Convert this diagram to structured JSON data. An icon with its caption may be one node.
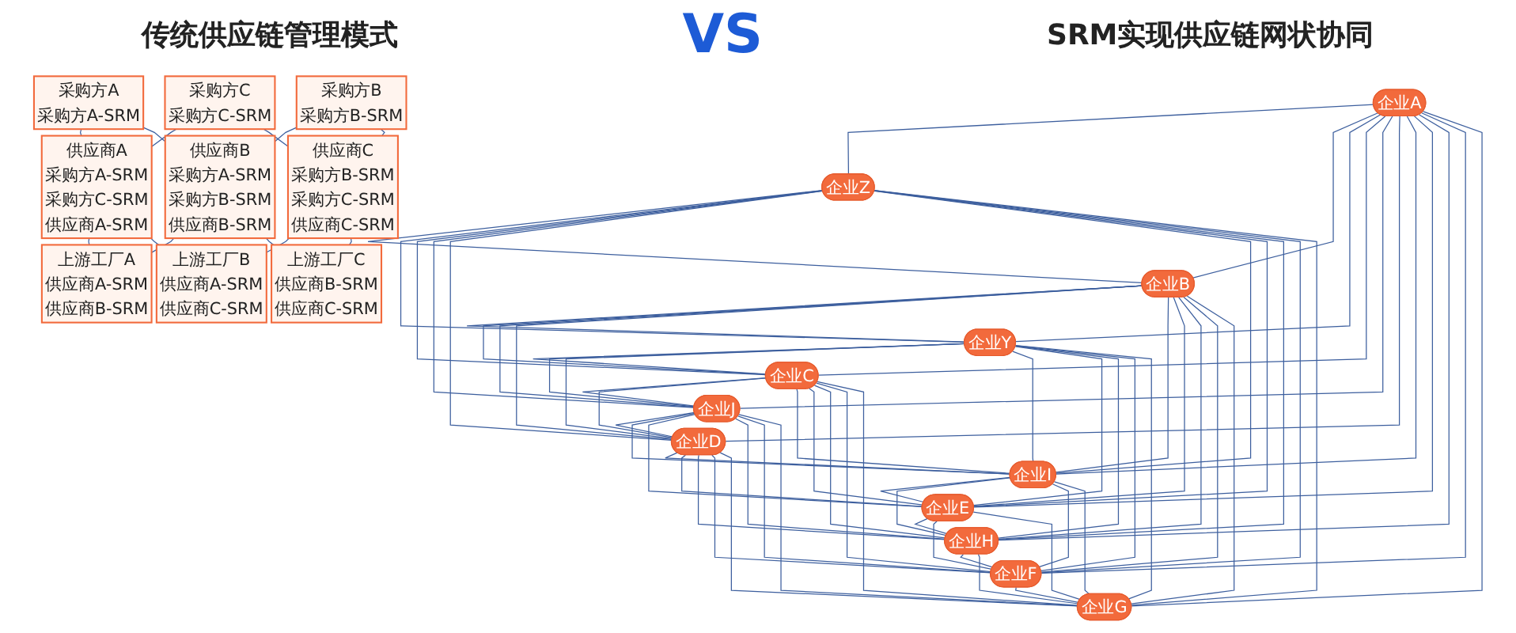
{
  "diagram": {
    "nodes": [
      {
        "text": [
          "采购方A",
          "采购方A-SRM"
        ]
      },
      {
        "text": [
          "采购方B",
          "采购方B-SRM"
        ]
      },
      {
        "text": [
          "采购方C",
          "采购方C-SRM"
        ]
      },
      {
        "text": [
          "供应商A",
          "采购方A-SRM",
          "采购方C-SRM",
          "供应商A-SRM"
        ]
      },
      {
        "text": [
          "供应商B",
          "采购方A-SRM",
          "采购方B-SRM",
          "供应商B-SRM"
        ]
      },
      {
        "text": [
          "供应商C",
          "采购方B-SRM",
          "采购方C-SRM",
          "供应商C-SRM"
        ]
      },
      {
        "text": [
          "上游工厂A",
          "供应商A-SRM",
          "供应商B-SRM"
        ]
      },
      {
        "text": [
          "上游工厂B",
          "供应商A-SRM",
          "供应商C-SRM"
        ]
      },
      {
        "text": [
          "上游工厂C",
          "供应商B-SRM",
          "供应商C-SRM"
        ]
      },
      {
        "text": [
          "企业A"
        ]
      },
      {
        "text": [
          "企业Z"
        ]
      },
      {
        "text": [
          "企业B"
        ]
      },
      {
        "text": [
          "企业Y"
        ]
      },
      {
        "text": [
          "企业C"
        ]
      },
      {
        "text": [
          "企业J"
        ]
      },
      {
        "text": [
          "企业D"
        ]
      },
      {
        "text": [
          "企业I"
        ]
      },
      {
        "text": [
          "企业E"
        ]
      },
      {
        "text": [
          "企业H"
        ]
      },
      {
        "text": [
          "企业F"
        ]
      },
      {
        "text": [
          "企业G"
        ]
      }
    ],
    "edges": [
      {
        "from": 0,
        "to": 3,
        "arrow": "none"
      },
      {
        "from": 0,
        "to": 4,
        "arrow": "none"
      },
      {
        "from": 1,
        "to": 4,
        "arrow": "none"
      },
      {
        "from": 1,
        "to": 5,
        "arrow": "none"
      },
      {
        "from": 2,
        "to": 3,
        "arrow": "none"
      },
      {
        "from": 2,
        "to": 5,
        "arrow": "none"
      },
      {
        "from": 3,
        "to": 6,
        "arrow": "none"
      },
      {
        "from": 3,
        "to": 7,
        "arrow": "none"
      },
      {
        "from": 4,
        "to": 6,
        "arrow": "none"
      },
      {
        "from": 4,
        "to": 8,
        "arrow": "none"
      },
      {
        "from": 5,
        "to": 7,
        "arrow": "none"
      },
      {
        "from": 5,
        "to": 8,
        "arrow": "none"
      },
      {
        "from": 9,
        "to": 10,
        "arrow": "none"
      },
      {
        "from": 9,
        "to": 11,
        "arrow": "none"
      },
      {
        "from": 9,
        "to": 12,
        "arrow": "none"
      },
      {
        "from": 9,
        "to": 13,
        "arrow": "none"
      },
      {
        "from": 9,
        "to": 14,
        "arrow": "none"
      },
      {
        "from": 9,
        "to": 15,
        "arrow": "none"
      },
      {
        "from": 9,
        "to": 16,
        "arrow": "none"
      },
      {
        "from": 9,
        "to": 17,
        "arrow": "none"
      },
      {
        "from": 9,
        "to": 18,
        "arrow": "none"
      },
      {
        "from": 9,
        "to": 19,
        "arrow": "none"
      },
      {
        "from": 9,
        "to": 20,
        "arrow": "none"
      },
      {
        "from": 10,
        "to": 11,
        "arrow": "none"
      },
      {
        "from": 10,
        "to": 12,
        "arrow": "none"
      },
      {
        "from": 10,
        "to": 13,
        "arrow": "none"
      },
      {
        "from": 10,
        "to": 14,
        "arrow": "none"
      },
      {
        "from": 10,
        "to": 15,
        "arrow": "none"
      },
      {
        "from": 10,
        "to": 16,
        "arrow": "none"
      },
      {
        "from": 10,
        "to": 17,
        "arrow": "none"
      },
      {
        "from": 10,
        "to": 18,
        "arrow": "none"
      },
      {
        "from": 10,
        "to": 19,
        "arrow": "none"
      },
      {
        "from": 10,
        "to": 20,
        "arrow": "none"
      },
      {
        "from": 11,
        "to": 12,
        "arrow": "none"
      },
      {
        "from": 11,
        "to": 13,
        "arrow": "none"
      },
      {
        "from": 11,
        "to": 14,
        "arrow": "none"
      },
      {
        "from": 11,
        "to": 15,
        "arrow": "none"
      },
      {
        "from": 11,
        "to": 16,
        "arrow": "none"
      },
      {
        "from": 11,
        "to": 17,
        "arrow": "none"
      },
      {
        "from": 11,
        "to": 18,
        "arrow": "none"
      },
      {
        "from": 11,
        "to": 19,
        "arrow": "none"
      },
      {
        "from": 11,
        "to": 20,
        "arrow": "none"
      },
      {
        "from": 12,
        "to": 13,
        "arrow": "none"
      },
      {
        "from": 12,
        "to": 14,
        "arrow": "none"
      },
      {
        "from": 12,
        "to": 15,
        "arrow": "none"
      },
      {
        "from": 12,
        "to": 16,
        "arrow": "none"
      },
      {
        "from": 12,
        "to": 17,
        "arrow": "none"
      },
      {
        "from": 12,
        "to": 18,
        "arrow": "none"
      },
      {
        "from": 12,
        "to": 19,
        "arrow": "none"
      },
      {
        "from": 12,
        "to": 20,
        "arrow": "none"
      },
      {
        "from": 13,
        "to": 14,
        "arrow": "none"
      },
      {
        "from": 13,
        "to": 15,
        "arrow": "none"
      },
      {
        "from": 13,
        "to": 16,
        "arrow": "none"
      },
      {
        "from": 13,
        "to": 17,
        "arrow": "none"
      },
      {
        "from": 13,
        "to": 18,
        "arrow": "none"
      },
      {
        "from": 13,
        "to": 19,
        "arrow": "none"
      },
      {
        "from": 13,
        "to": 20,
        "arrow": "none"
      },
      {
        "from": 14,
        "to": 15,
        "arrow": "none"
      },
      {
        "from": 14,
        "to": 16,
        "arrow": "none"
      },
      {
        "from": 14,
        "to": 17,
        "arrow": "none"
      },
      {
        "from": 14,
        "to": 18,
        "arrow": "none"
      },
      {
        "from": 14,
        "to": 19,
        "arrow": "none"
      },
      {
        "from": 14,
        "to": 20,
        "arrow": "none"
      },
      {
        "from": 15,
        "to": 16,
        "arrow": "none"
      },
      {
        "from": 15,
        "to": 17,
        "arrow": "none"
      },
      {
        "from": 15,
        "to": 18,
        "arrow": "none"
      },
      {
        "from": 15,
        "to": 19,
        "arrow": "none"
      },
      {
        "from": 15,
        "to": 20,
        "arrow": "none"
      },
      {
        "from": 16,
        "to": 17,
        "arrow": "none"
      },
      {
        "from": 16,
        "to": 18,
        "arrow": "none"
      },
      {
        "from": 16,
        "to": 19,
        "arrow": "none"
      },
      {
        "from": 16,
        "to": 20,
        "arrow": "none"
      },
      {
        "from": 17,
        "to": 18,
        "arrow": "none"
      },
      {
        "from": 17,
        "to": 19,
        "arrow": "none"
      },
      {
        "from": 17,
        "to": 20,
        "arrow": "none"
      },
      {
        "from": 18,
        "to": 19,
        "arrow": "none"
      },
      {
        "from": 18,
        "to": 20,
        "arrow": "none"
      },
      {
        "from": 19,
        "to": 20,
        "arrow": "none"
      }
    ],
    "labels": [
      "传统供应链管理模式",
      "VS",
      "SRM实现供应链网状协同"
    ]
  }
}
